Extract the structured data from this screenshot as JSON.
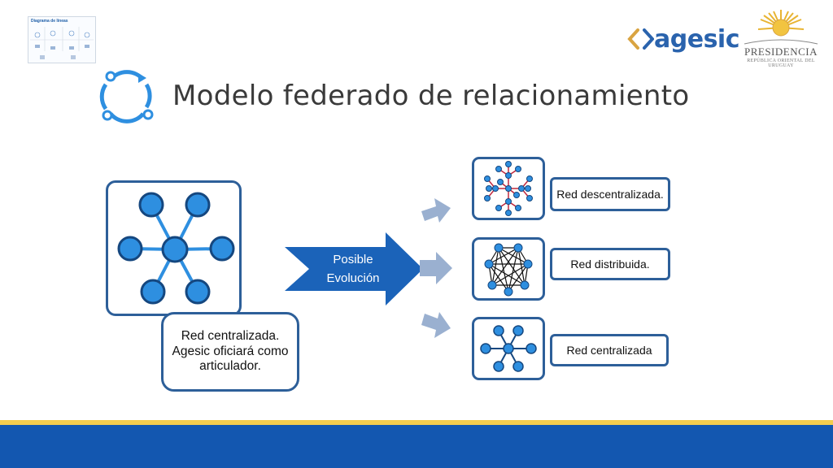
{
  "slide": {
    "title": "Modelo federado de relacionamiento",
    "thumbnail": {
      "title": "Diagrama de lineas",
      "subtitle": ""
    }
  },
  "logos": {
    "agesic": {
      "text": "agesic",
      "color": "#2a63ad"
    },
    "presidencia": {
      "title": "PRESIDENCIA",
      "subtitle": "REPÚBLICA ORIENTAL DEL URUGUAY"
    }
  },
  "diagram": {
    "main_label": "Red centralizada. Agesic oficiará como articulador.",
    "arrow_label_line1": "Posible",
    "arrow_label_line2": "Evolución",
    "options": [
      {
        "label": "Red descentralizada.",
        "icon": "decentralized-network-icon"
      },
      {
        "label": "Red distribuida.",
        "icon": "distributed-network-icon"
      },
      {
        "label": "Red centralizada",
        "icon": "centralized-network-icon"
      }
    ]
  },
  "colors": {
    "accent_blue": "#2d5f99",
    "node_blue": "#2e8fe0",
    "arrow_blue": "#1b63b9",
    "small_arrow": "#9ab0d0",
    "footer_blue": "#1357b0",
    "footer_yellow": "#f4cd4f"
  }
}
